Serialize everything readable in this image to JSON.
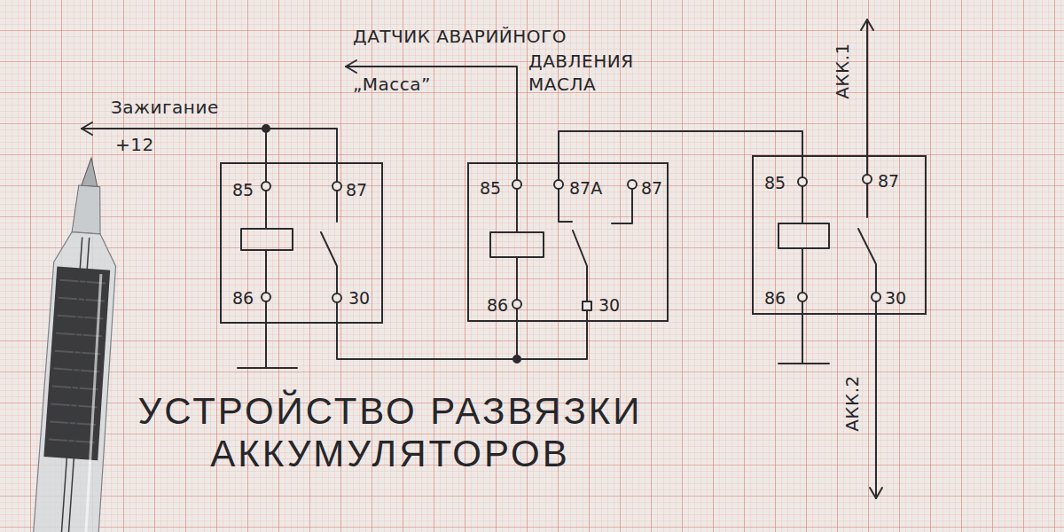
{
  "diagram": {
    "title": "УСТРОЙСТВО РАЗВЯЗКИ АККУМУЛЯТОРОВ",
    "nodes": [
      {
        "text": [
          "85",
          "87",
          "86",
          "30"
        ]
      },
      {
        "text": [
          "85",
          "87А",
          "87",
          "86",
          "30"
        ]
      },
      {
        "text": [
          "85",
          "87",
          "86",
          "30"
        ]
      }
    ],
    "edges": [
      {
        "from": 0,
        "to": 1,
        "arrow": "none"
      },
      {
        "from": 1,
        "to": 2,
        "arrow": "none"
      }
    ],
    "labels": [
      "ДАТЧИК АВАРИЙНОГО",
      "ДАВЛЕНИЯ МАСЛА",
      "„Масса”",
      "Зажигание",
      "+12",
      "АКК.1",
      "АКК.2"
    ]
  }
}
